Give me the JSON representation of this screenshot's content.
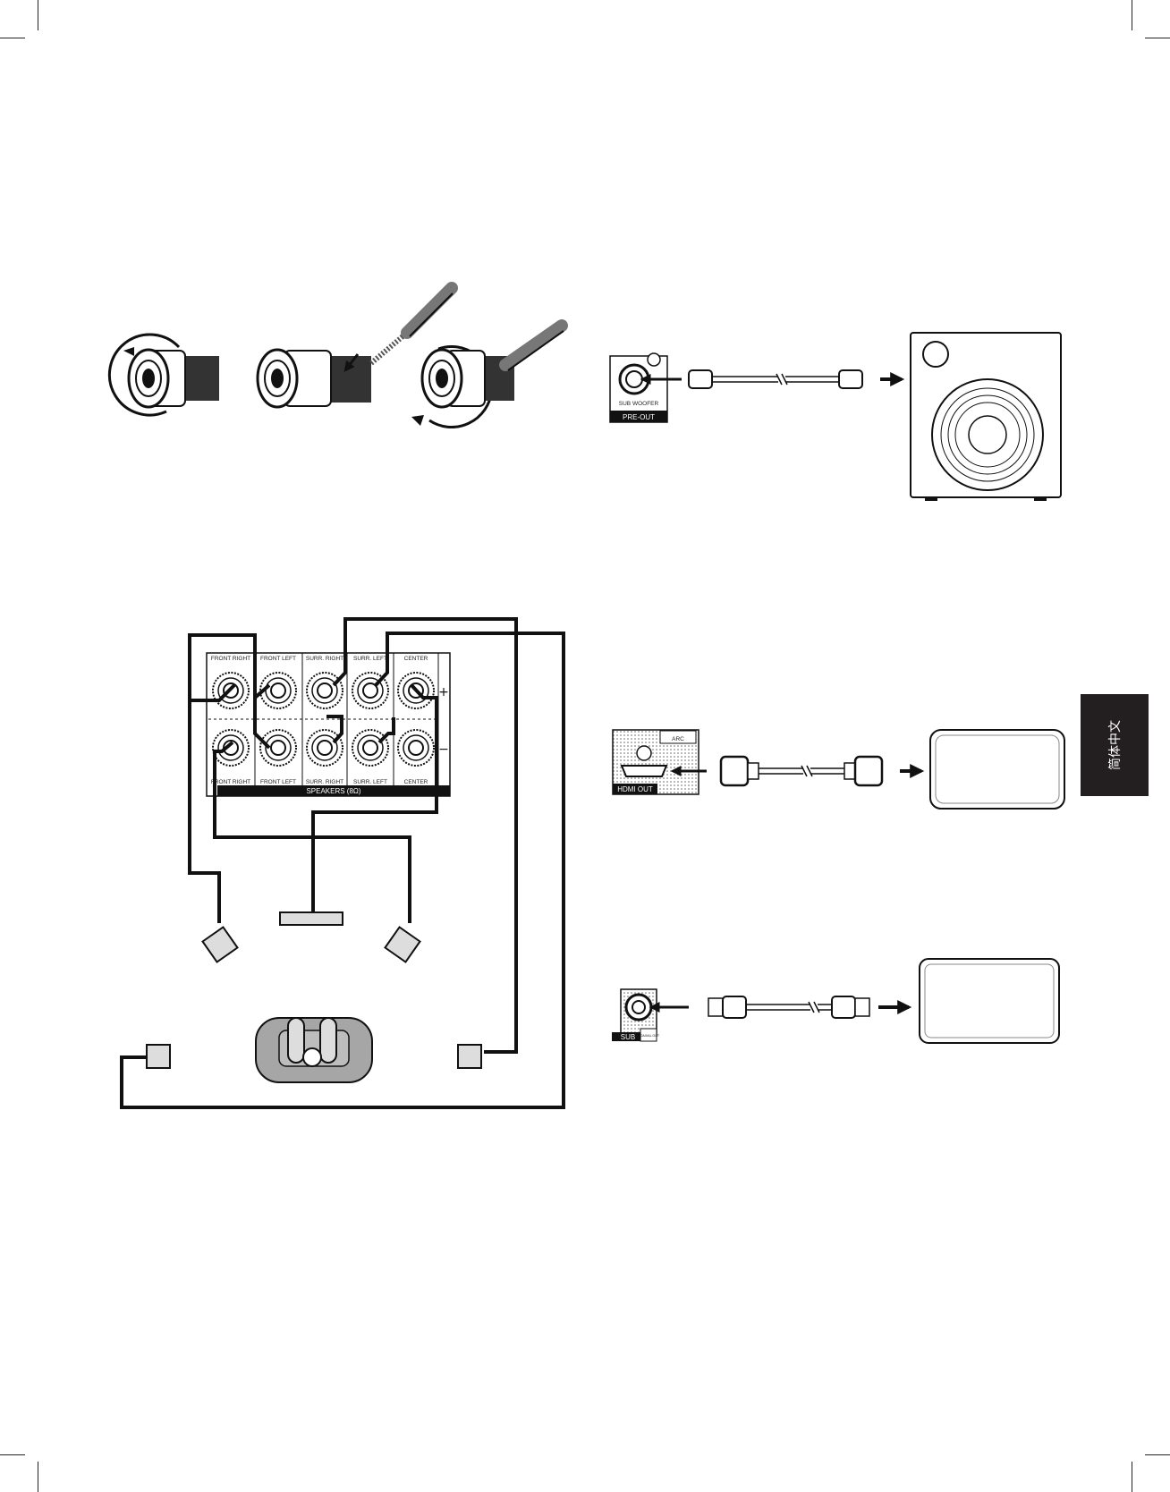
{
  "sidebar": {
    "language": "简体中文"
  },
  "terminal": {
    "labels_top": [
      "FRONT RIGHT",
      "FRONT LEFT",
      "SURR. RIGHT",
      "SURR. LEFT",
      "CENTER"
    ],
    "labels_bottom": [
      "FRONT RIGHT",
      "FRONT LEFT",
      "SURR. RIGHT",
      "SURR. LEFT",
      "CENTER"
    ],
    "plus": "+",
    "minus": "−",
    "speakers_caption": "SPEAKERS (8Ω)"
  },
  "subwoofer": {
    "jack_label": "SUB WOOFER",
    "preout_label": "PRE-OUT"
  },
  "hdmi": {
    "arc_label": "ARC",
    "out_label": "HDMI OUT"
  },
  "digital": {
    "jack_label": "SUB",
    "badge": "COAXIAL OUT"
  }
}
